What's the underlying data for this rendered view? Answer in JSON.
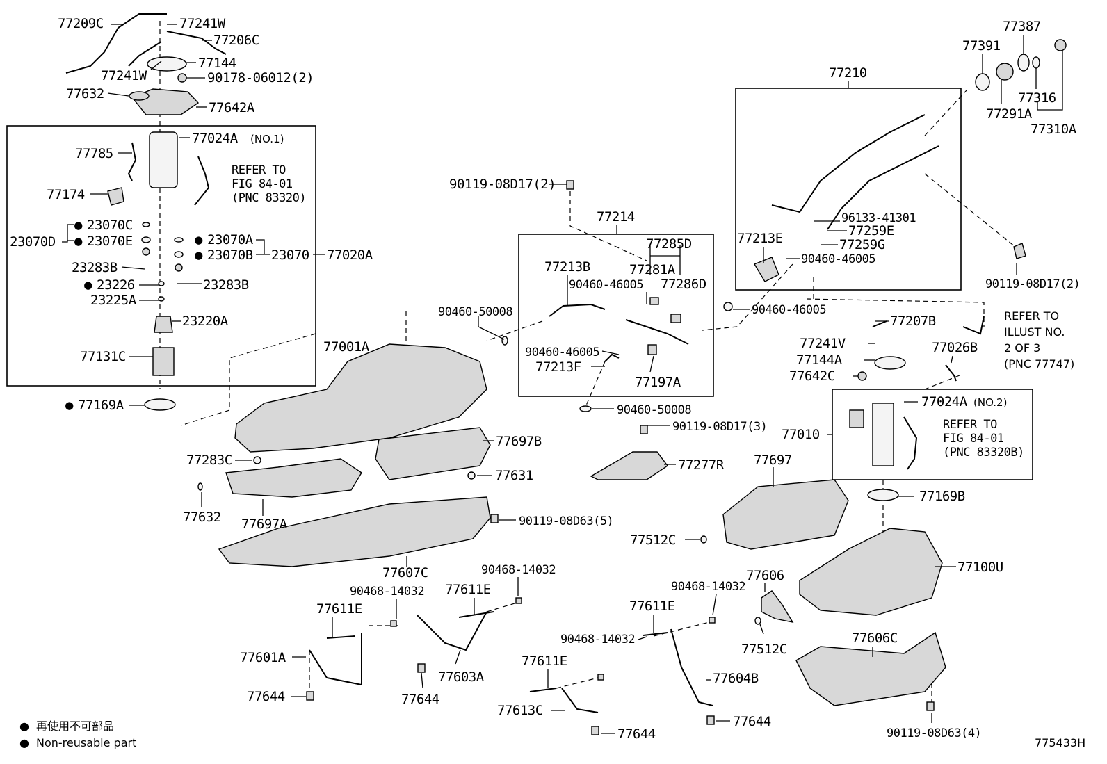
{
  "labels": {
    "p77209C": "77209C",
    "p77241W_top": "77241W",
    "p77206C": "77206C",
    "p77241W_mid": "77241W",
    "p77144": "77144",
    "p90178": "90178-06012(2)",
    "p77632_top": "77632",
    "p77642A": "77642A",
    "p77024A": "77024A",
    "p77024A_no": "(NO.1)",
    "p77785": "77785",
    "p77174": "77174",
    "refer1_a": "REFER TO",
    "refer1_b": "FIG 84-01",
    "refer1_c": "(PNC 83320)",
    "p23070C": "23070C",
    "p23070D": "23070D",
    "p23070E": "23070E",
    "p23070A": "23070A",
    "p23070B": "23070B",
    "p23070": "23070",
    "p77020A": "77020A",
    "p23283B_l": "23283B",
    "p23226": "23226",
    "p23283B_r": "23283B",
    "p23225A": "23225A",
    "p23220A": "23220A",
    "p77131C": "77131C",
    "p77169A": "77169A",
    "p90119_2a": "90119-08D17(2)",
    "p77214": "77214",
    "p77285D": "77285D",
    "p77213B": "77213B",
    "p77281A": "77281A",
    "p90460_46005_a": "90460-46005",
    "p77286D": "77286D",
    "p90460_50008_a": "90460-50008",
    "p90460_46005_b": "90460-46005",
    "p77213F": "77213F",
    "p77197A": "77197A",
    "p90460_50008_b": "90460-50008",
    "p77001A": "77001A",
    "p90119_3": "90119-08D17(3)",
    "p77697B": "77697B",
    "p77277R": "77277R",
    "p77283C": "77283C",
    "p77631": "77631",
    "p77632_bot": "77632",
    "p77697A": "77697A",
    "p90119_D63_5": "90119-08D63(5)",
    "p77607C": "77607C",
    "p77210": "77210",
    "p77391": "77391",
    "p77387": "77387",
    "p77316": "77316",
    "p77291A": "77291A",
    "p77310A": "77310A",
    "p96133": "96133-41301",
    "p77213E": "77213E",
    "p77259E": "77259E",
    "p77259G": "77259G",
    "p90460_46005_c": "90460-46005",
    "p90119_2b": "90119-08D17(2)",
    "p90460_46005_d": "90460-46005",
    "refer2_a": "REFER TO",
    "refer2_b": "ILLUST NO.",
    "refer2_c": "2 OF 3",
    "refer2_d": "(PNC 77747)",
    "p77207B": "77207B",
    "p77241V": "77241V",
    "p77026B": "77026B",
    "p77144A": "77144A",
    "p77642C": "77642C",
    "p77010": "77010",
    "p77024A2": "77024A",
    "p77024A2_no": "(NO.2)",
    "refer3_a": "REFER TO",
    "refer3_b": "FIG 84-01",
    "refer3_c": "(PNC 83320B)",
    "p77697": "77697",
    "p77169B": "77169B",
    "p77512C_r": "77512C",
    "p77100U": "77100U",
    "p90468_a": "90468-14032",
    "p90468_b": "90468-14032",
    "p77611E_a": "77611E",
    "p77611E_b": "77611E",
    "p77601A": "77601A",
    "p77644_a": "77644",
    "p77603A": "77603A",
    "p77644_b": "77644",
    "p90468_c": "90468-14032",
    "p77611E_c": "77611E",
    "p90468_d": "90468-14032",
    "p77611E_d": "77611E",
    "p77613C": "77613C",
    "p77644_c": "77644",
    "p77604B": "77604B",
    "p77644_d": "77644",
    "p77606": "77606",
    "p77512C_b": "77512C",
    "p77606C": "77606C",
    "p90119_D63_4": "90119-08D63(4)"
  },
  "legend": {
    "japanese": "再使用不可部品",
    "english": "Non-reusable part"
  },
  "figure_id": "775433H",
  "non_reusable_marker": "●"
}
